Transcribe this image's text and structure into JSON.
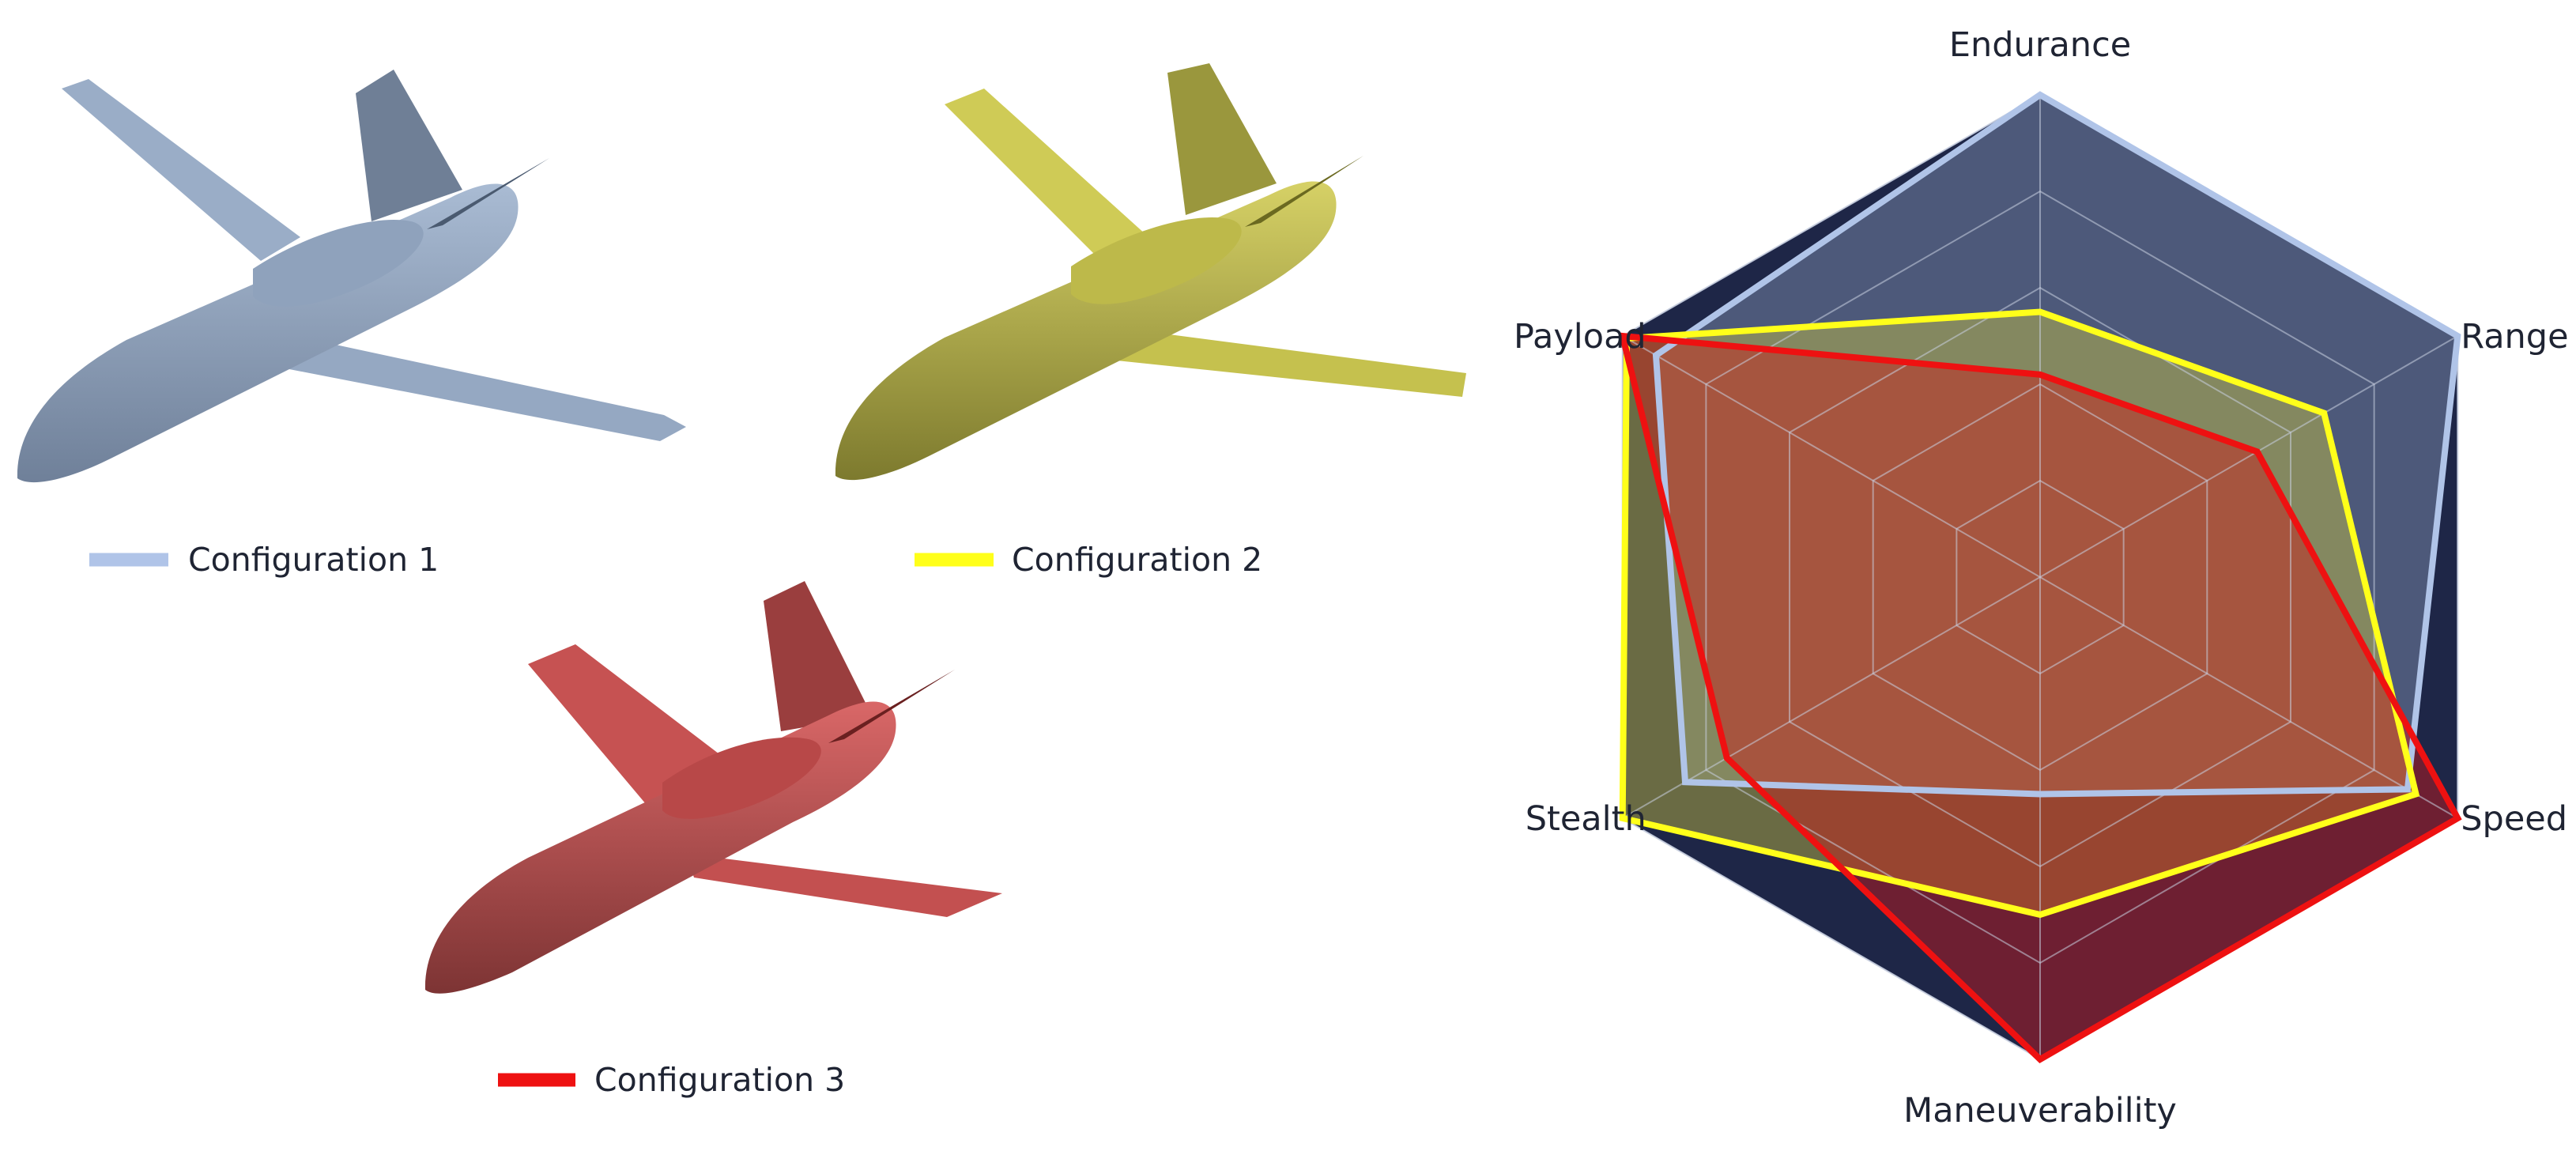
{
  "configurations": [
    {
      "label": "Configuration 1",
      "color": "#b0c4e8",
      "body_color": "#95a9c4"
    },
    {
      "label": "Configuration 2",
      "color": "#ffff1a",
      "body_color": "#c8c451"
    },
    {
      "label": "Configuration 3",
      "color": "#ee1111",
      "body_color": "#c85555"
    }
  ],
  "chart_data": {
    "type": "radar",
    "axes": [
      "Endurance",
      "Range",
      "Speed",
      "Maneuverability",
      "Stealth",
      "Payload"
    ],
    "rmax": 1.0,
    "grid_levels": [
      0.2,
      0.4,
      0.6,
      0.8,
      1.0
    ],
    "series": [
      {
        "name": "Configuration 1",
        "color": "#b0c4e8",
        "fill": "#8898b8",
        "values": [
          1.0,
          1.0,
          0.88,
          0.45,
          0.85,
          0.92
        ]
      },
      {
        "name": "Configuration 2",
        "color": "#ffff1a",
        "fill": "#c8c040",
        "values": [
          0.55,
          0.68,
          0.9,
          0.7,
          1.0,
          0.99
        ]
      },
      {
        "name": "Configuration 3",
        "color": "#ee1111",
        "fill": "#d01818",
        "values": [
          0.42,
          0.52,
          1.0,
          1.0,
          0.75,
          1.0
        ]
      }
    ]
  }
}
